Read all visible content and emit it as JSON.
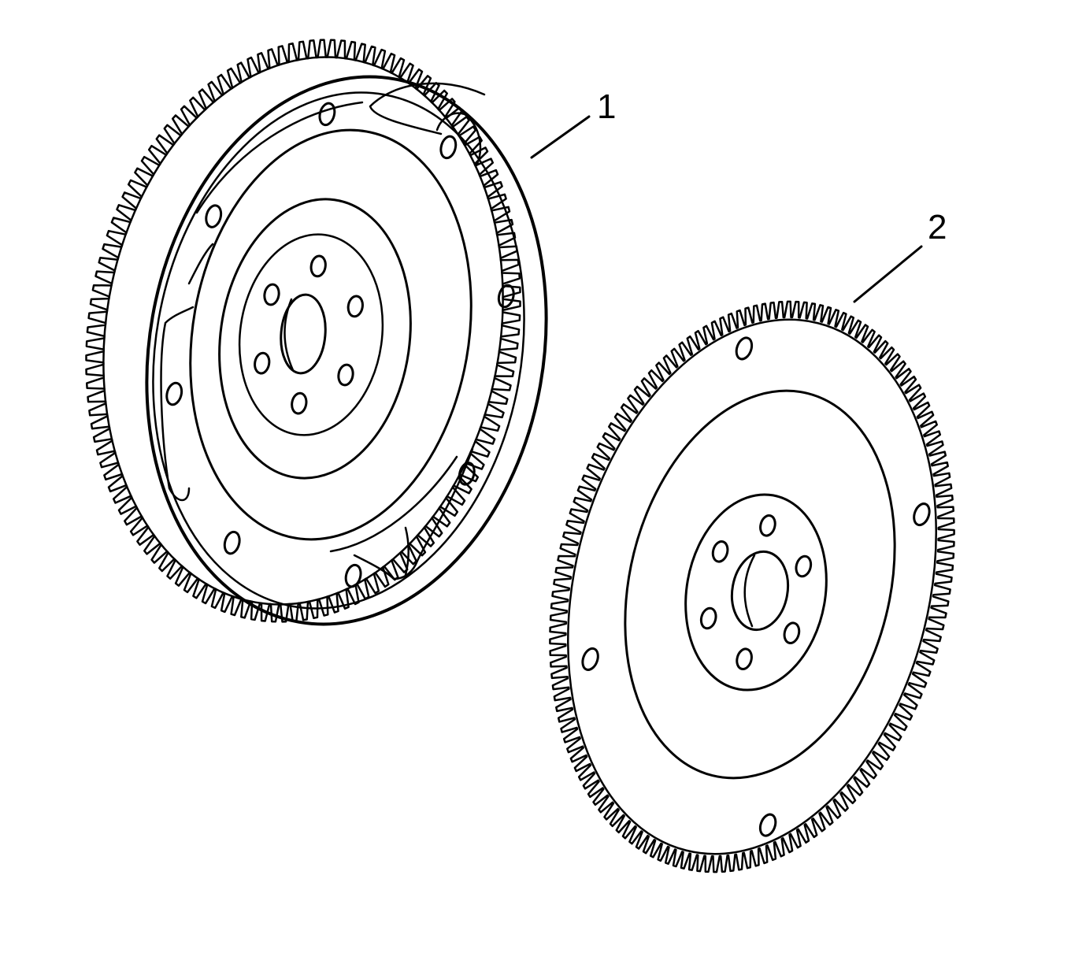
{
  "callouts": [
    {
      "id": "flywheel-dual-mass",
      "label": "1"
    },
    {
      "id": "flywheel-flexplate",
      "label": "2"
    }
  ],
  "colors": {
    "line": "#000000",
    "background": "#ffffff"
  },
  "parts": {
    "flywheel_1": {
      "bolt_holes": 6,
      "outer_holes": 8
    },
    "flywheel_2": {
      "bolt_holes": 6,
      "outer_holes": 4
    }
  }
}
